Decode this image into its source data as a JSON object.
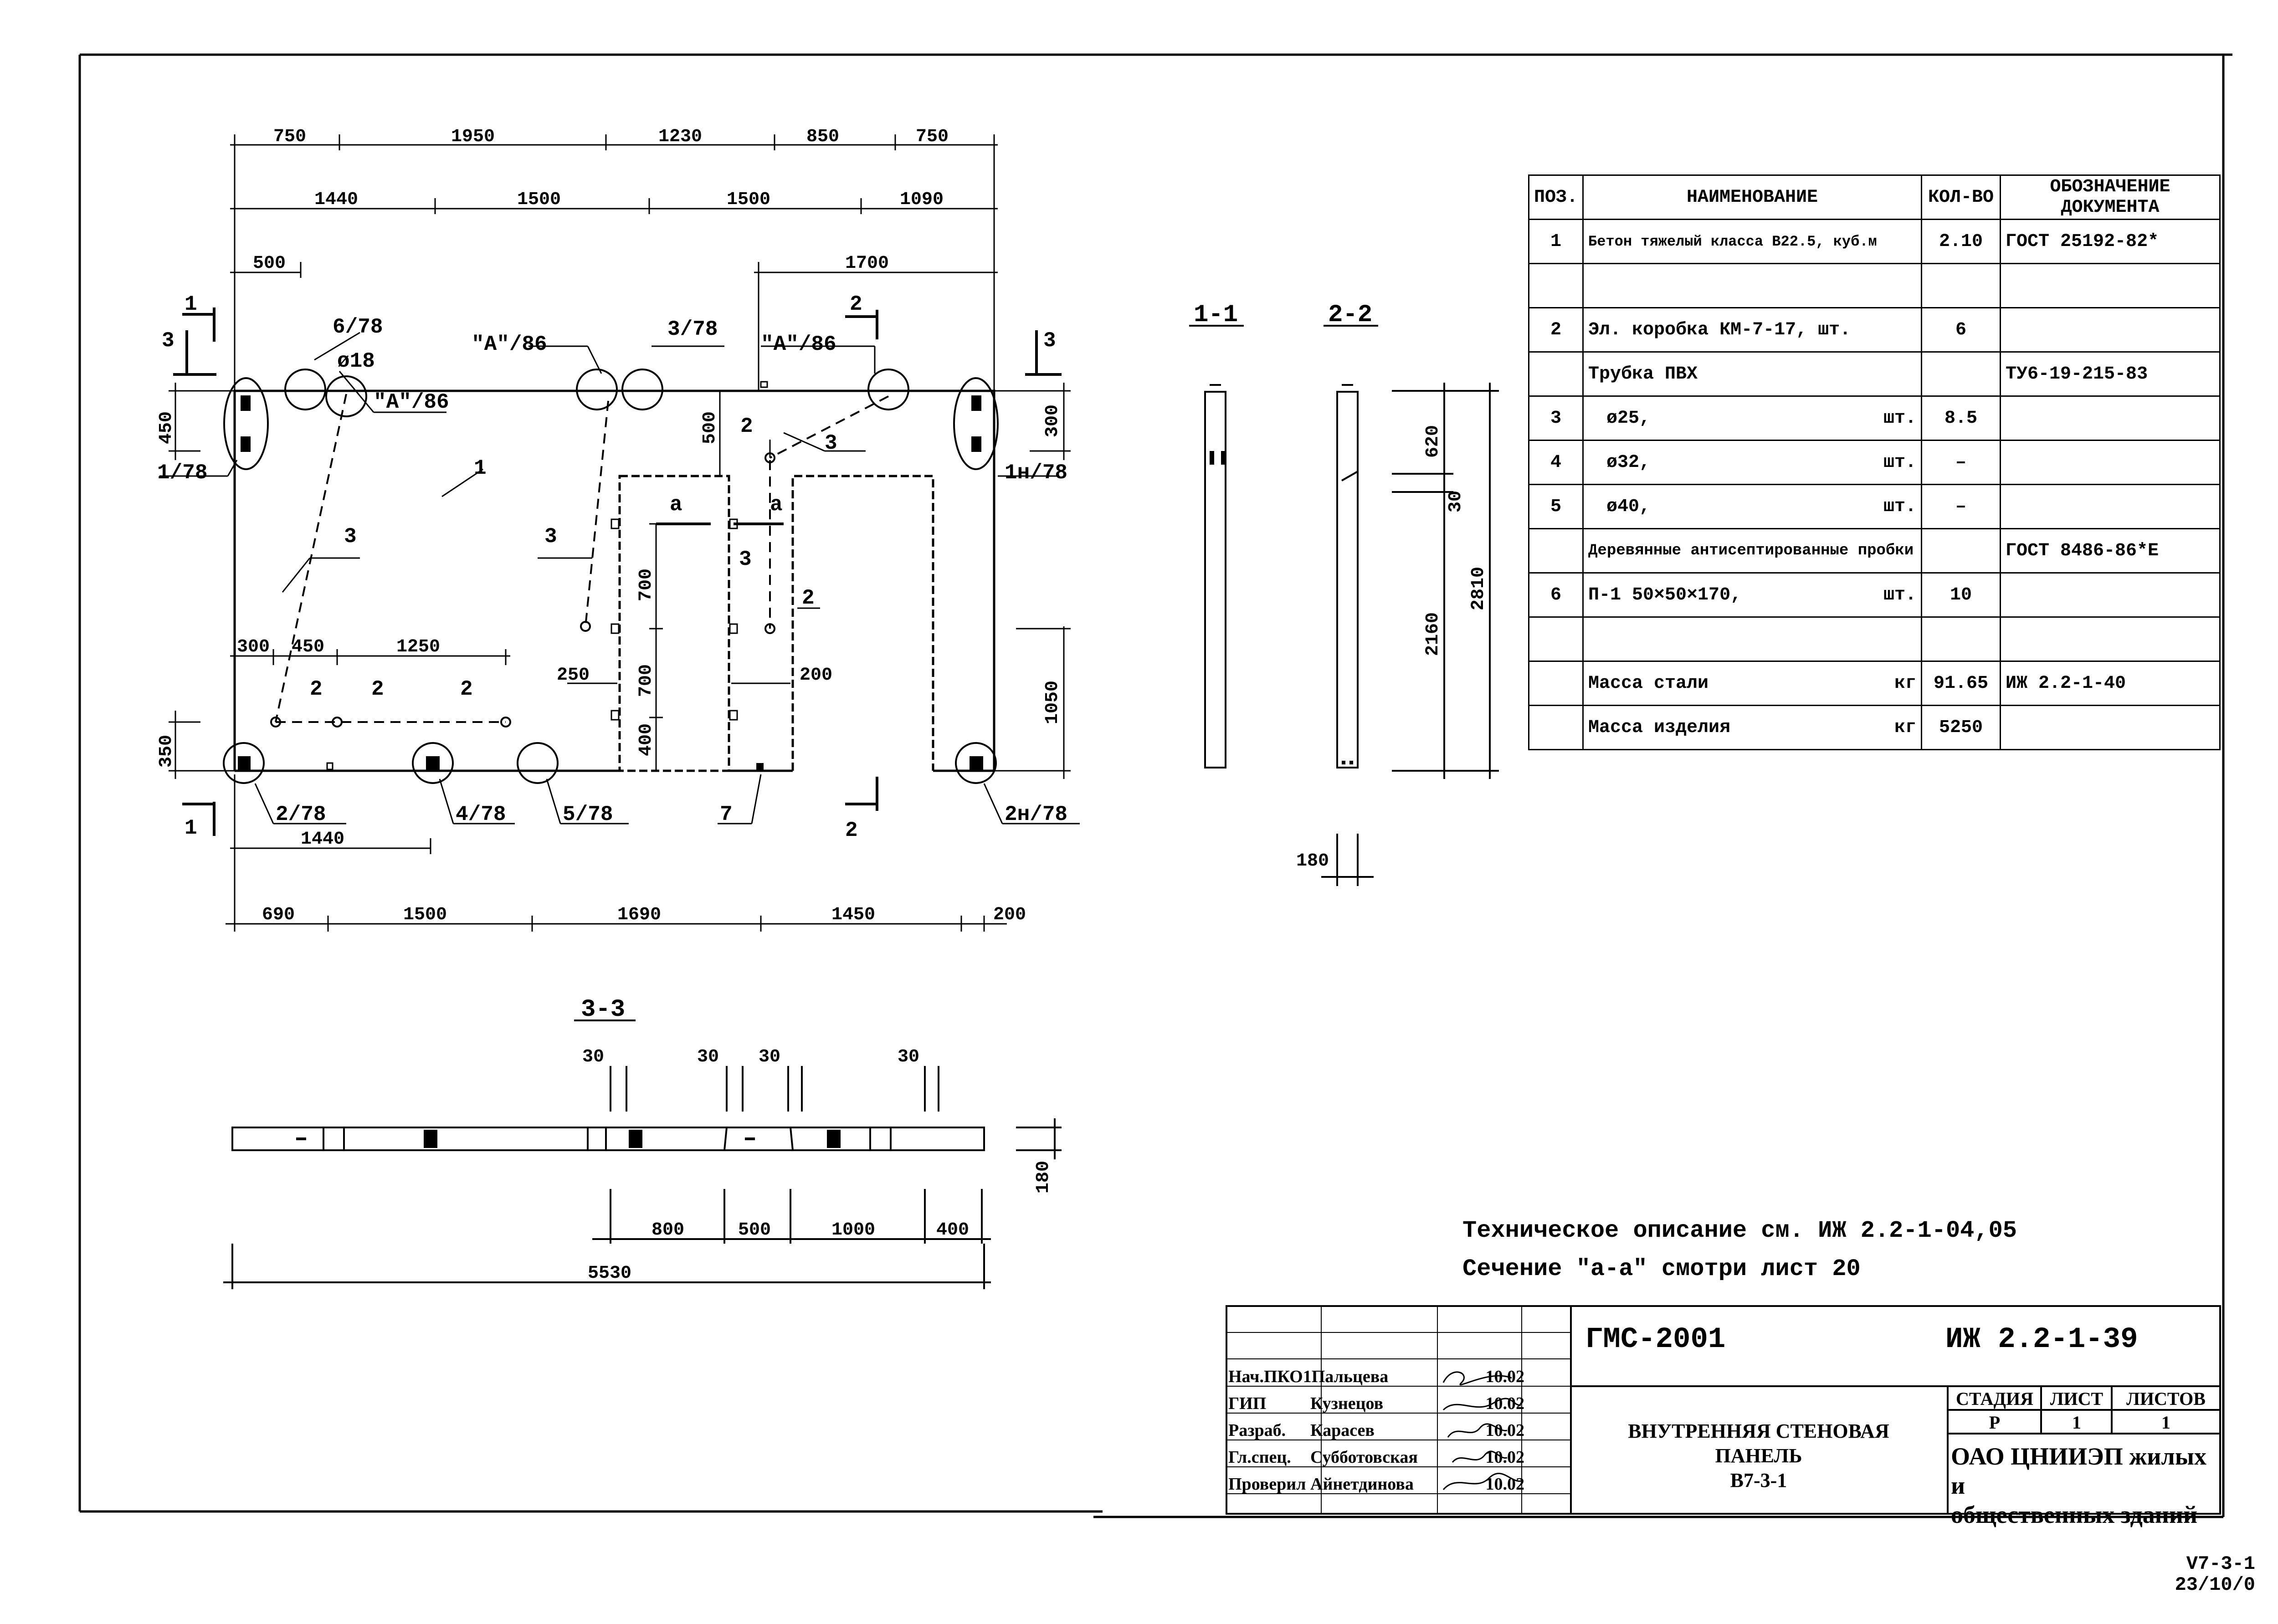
{
  "plan": {
    "top_dims_row1": [
      "750",
      "1950",
      "1230",
      "850",
      "750"
    ],
    "top_dims_row2": [
      "1440",
      "1500",
      "1500",
      "1090"
    ],
    "dim_500_top": "500",
    "dim_1700": "1700",
    "left_450": "450",
    "left_350": "350",
    "right_300": "300",
    "right_1050": "1050",
    "dim_500_vert": "500",
    "open_700_a": "700",
    "open_700_b": "700",
    "open_400": "400",
    "dim_250": "250",
    "dim_200_mid": "200",
    "low_dims": [
      "300",
      "450",
      "1250"
    ],
    "bottom_1440": "1440",
    "bottom_row": [
      "690",
      "1500",
      "1690",
      "1450",
      "200"
    ],
    "callouts": {
      "c678": "6/78",
      "d18": "ø18",
      "a86_1": "\"А\"/86",
      "a86_2": "\"А\"/86",
      "a86_3": "\"А\"/86",
      "c378": "3/78",
      "c178": "1/78",
      "c1n78": "1н/78",
      "c278": "2/78",
      "c478": "4/78",
      "c578": "5/78",
      "c2n78": "2н/78",
      "pos1": "1",
      "pos2a": "2",
      "pos2b": "2",
      "pos2c": "2",
      "pos2d": "2",
      "pos2e": "2",
      "pos3a": "3",
      "pos3b": "3",
      "pos3c": "3",
      "pos3d": "3",
      "pos7": "7",
      "sec_a1": "а",
      "sec_a2": "а"
    },
    "section_marks": {
      "s1_top": "1",
      "s1_bot": "1",
      "s2_top": "2",
      "s2_bot": "2",
      "s3_left": "3",
      "s3_right": "3"
    }
  },
  "sections": {
    "title_11": "1-1",
    "title_22": "2-2",
    "d620": "620",
    "d30": "30",
    "d2160": "2160",
    "d2810": "2810",
    "d180": "180"
  },
  "section33": {
    "title": "3-3",
    "d30": [
      "30",
      "30",
      "30",
      "30"
    ],
    "d180": "180",
    "row": [
      "800",
      "500",
      "1000",
      "400"
    ],
    "total": "5530"
  },
  "spec": {
    "headers": [
      "ПОЗ.",
      "НАИМЕНОВАНИЕ",
      "КОЛ-ВО",
      "ОБОЗНАЧЕНИЕ ДОКУМЕНТА"
    ],
    "rows": [
      {
        "pos": "1",
        "name": "Бетон тяжелый класса В22.5, куб.м",
        "unit": "",
        "qty": "2.10",
        "doc": "ГОСТ 25192-82*"
      },
      {
        "pos": "",
        "name": "",
        "unit": "",
        "qty": "",
        "doc": ""
      },
      {
        "pos": "2",
        "name": "Эл. коробка КМ-7-17,",
        "unit": "шт.",
        "qty": "6",
        "doc": ""
      },
      {
        "pos": "",
        "name": "Трубка ПВХ",
        "unit": "",
        "qty": "",
        "doc": "ТУ6-19-215-83"
      },
      {
        "pos": "3",
        "name": "ø25,",
        "unit": "шт.",
        "qty": "8.5",
        "doc": ""
      },
      {
        "pos": "4",
        "name": "ø32,",
        "unit": "шт.",
        "qty": "–",
        "doc": ""
      },
      {
        "pos": "5",
        "name": "ø40,",
        "unit": "шт.",
        "qty": "–",
        "doc": ""
      },
      {
        "pos": "",
        "name": "Деревянные антисептированные пробки",
        "unit": "",
        "qty": "",
        "doc": "ГОСТ 8486-86*Е"
      },
      {
        "pos": "6",
        "name": "П-1 50×50×170,",
        "unit": "шт.",
        "qty": "10",
        "doc": ""
      },
      {
        "pos": "",
        "name": "",
        "unit": "",
        "qty": "",
        "doc": ""
      },
      {
        "pos": "",
        "name": "Масса стали",
        "unit": "кг",
        "qty": "91.65",
        "doc": "ИЖ 2.2-1-40"
      },
      {
        "pos": "",
        "name": "Масса изделия",
        "unit": "кг",
        "qty": "5250",
        "doc": ""
      }
    ]
  },
  "notes": {
    "line1": "Техническое описание см. ИЖ 2.2-1-04,05",
    "line2": "Сечение \"а-а\" смотри лист 20"
  },
  "stamp": {
    "project": "ГМС-2001",
    "code": "ИЖ 2.2-1-39",
    "title_l1": "ВНУТРЕННЯЯ СТЕНОВАЯ",
    "title_l2": "ПАНЕЛЬ",
    "title_l3": "В7-3-1",
    "stage_h": "СТАДИЯ",
    "sheet_h": "ЛИСТ",
    "sheets_h": "ЛИСТОВ",
    "stage": "Р",
    "sheet": "1",
    "sheets": "1",
    "org_l1": "ОАО ЦНИИЭП жилых и",
    "org_l2": "общественных зданий",
    "people": [
      {
        "role": "Нач.ПКО1",
        "name": "Пальцева",
        "date": "10.02"
      },
      {
        "role": "ГИП",
        "name": "Кузнецов",
        "date": "10.02"
      },
      {
        "role": "Разраб.",
        "name": "Карасев",
        "date": "10.02"
      },
      {
        "role": "Гл.спец.",
        "name": "Субботовская",
        "date": "10.02"
      },
      {
        "role": "Проверил",
        "name": "Айнетдинова",
        "date": "10.02"
      }
    ]
  },
  "corner": {
    "line1": "V7-3-1",
    "line2": "23/10/0"
  }
}
